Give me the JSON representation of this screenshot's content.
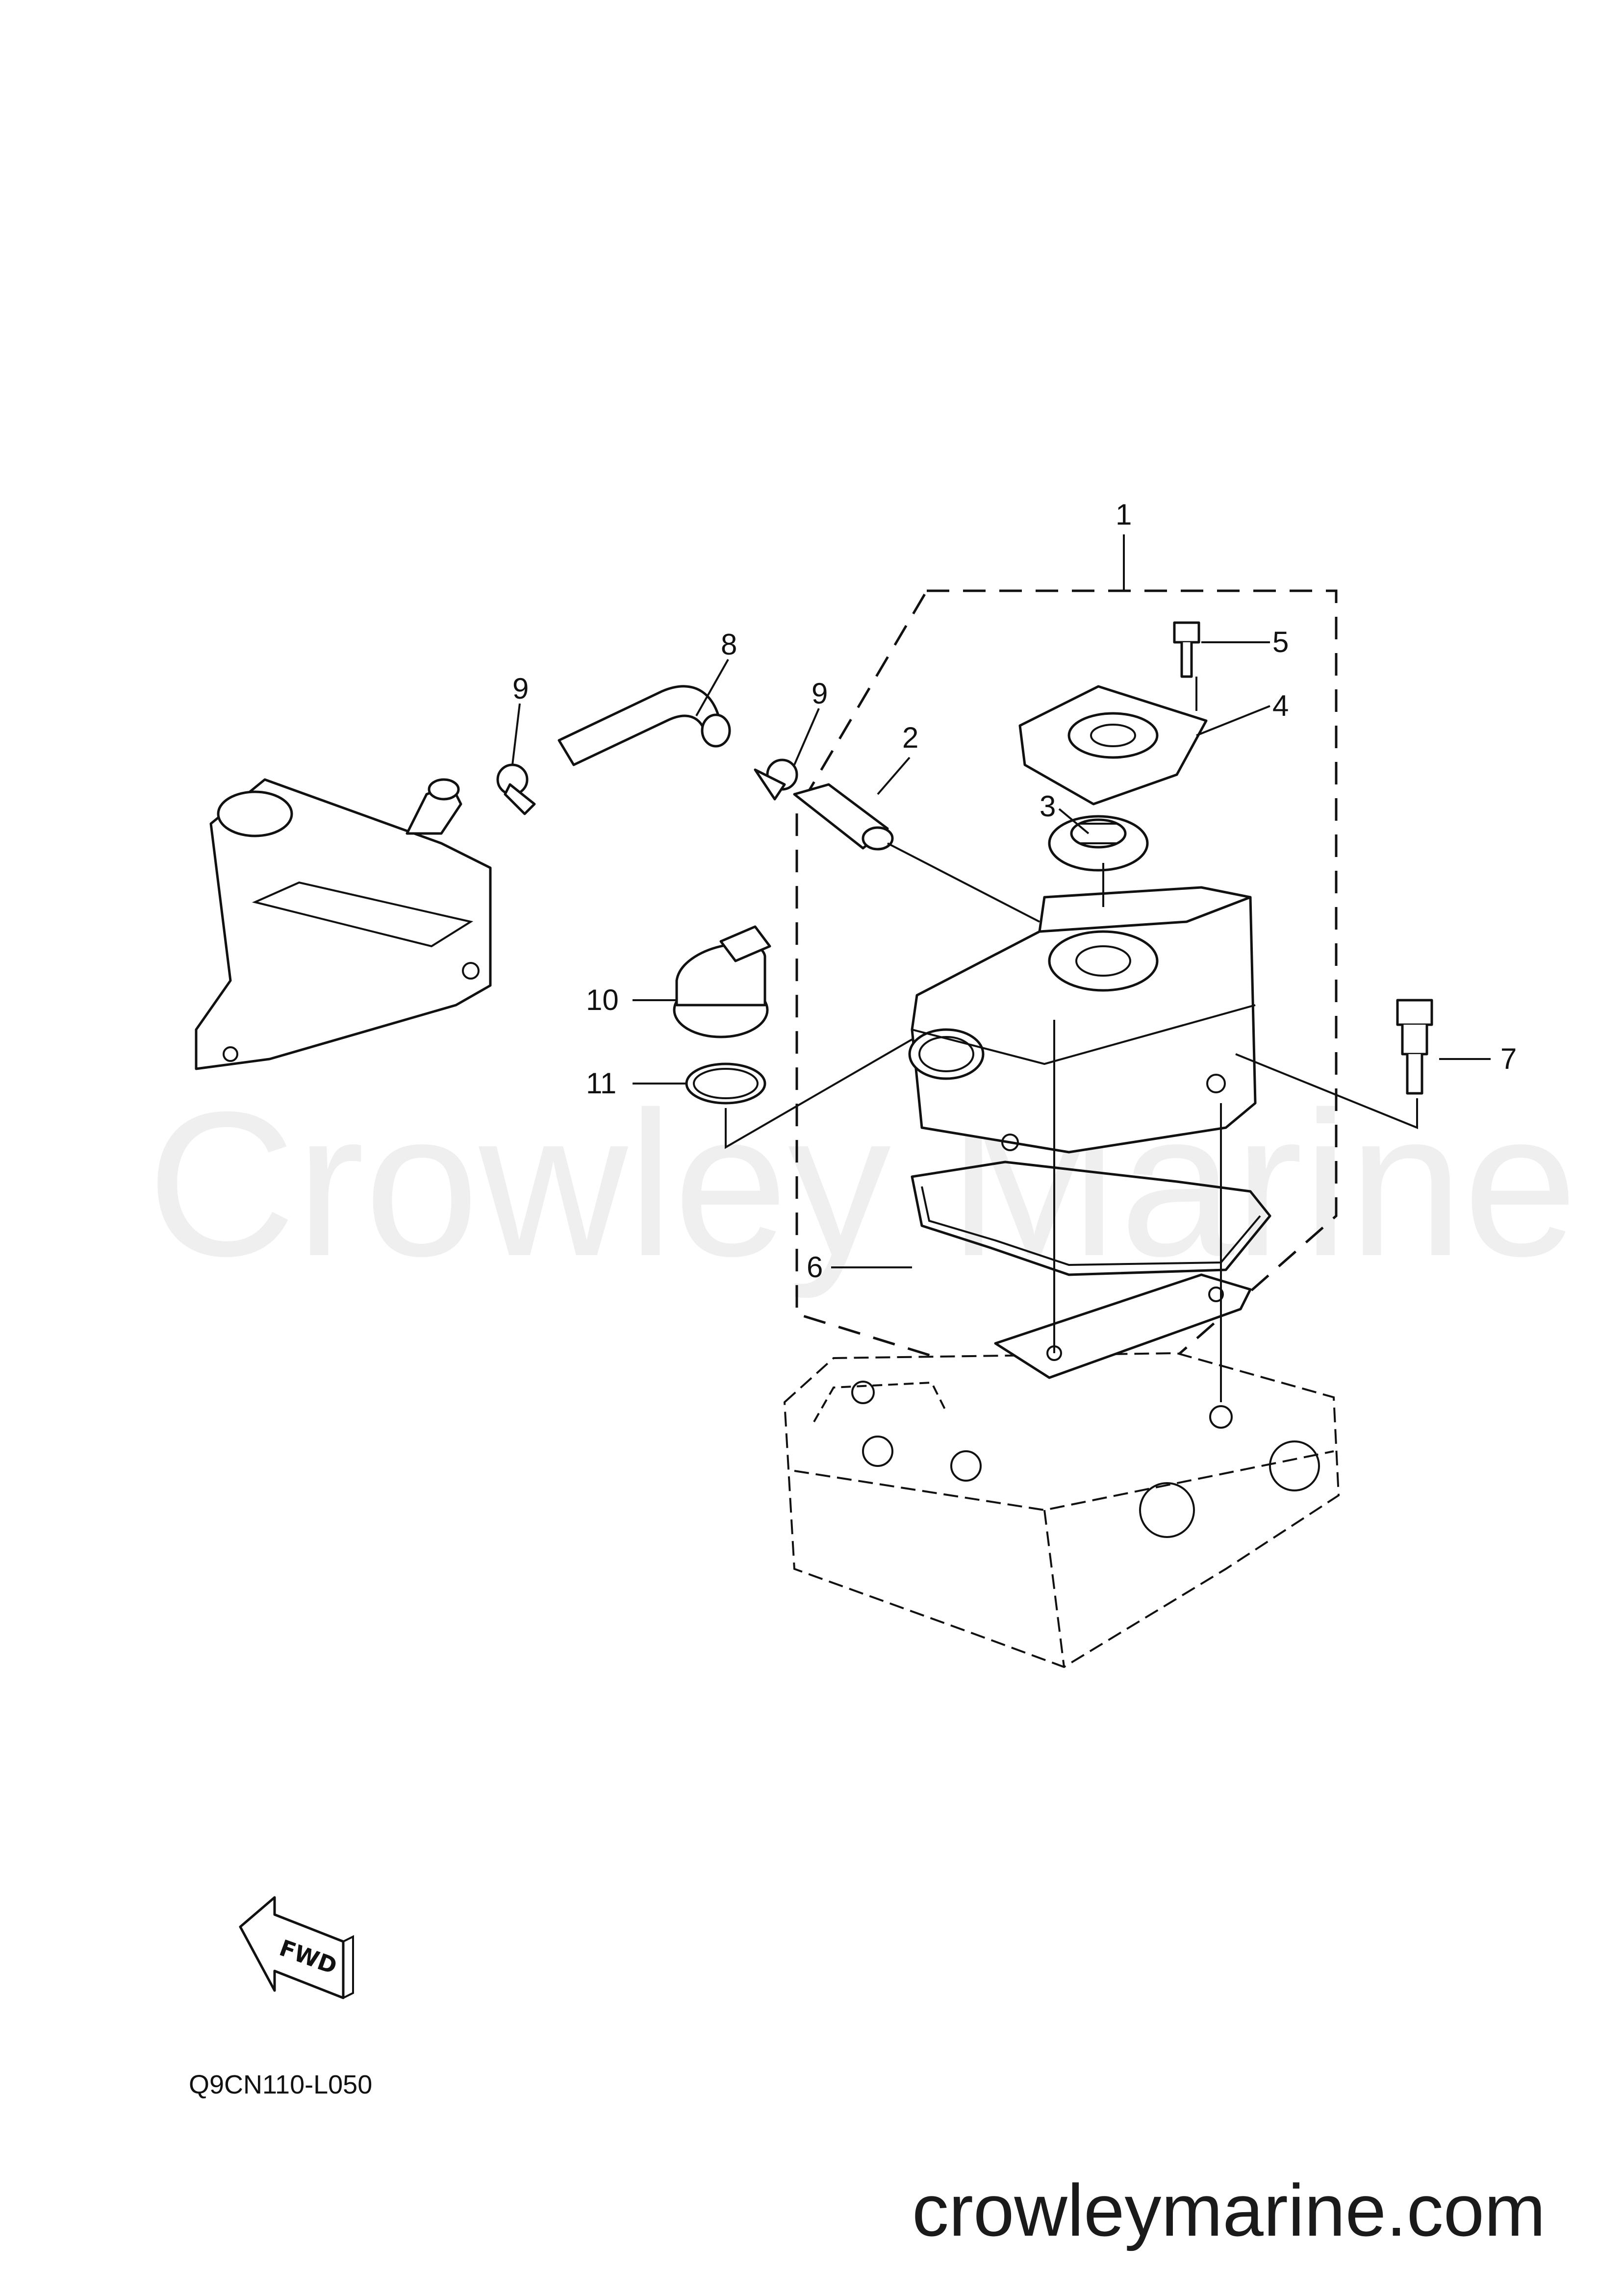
{
  "watermark": "Crowley Marine",
  "site_url": "crowleymarine.com",
  "diagram_code": "Q9CN110-L050",
  "fwd_label": "FWD",
  "callouts": {
    "c1": "1",
    "c2": "2",
    "c3": "3",
    "c4": "4",
    "c5": "5",
    "c6": "6",
    "c7": "7",
    "c8": "8",
    "c9a": "9",
    "c9b": "9",
    "c10": "10",
    "c11": "11"
  }
}
